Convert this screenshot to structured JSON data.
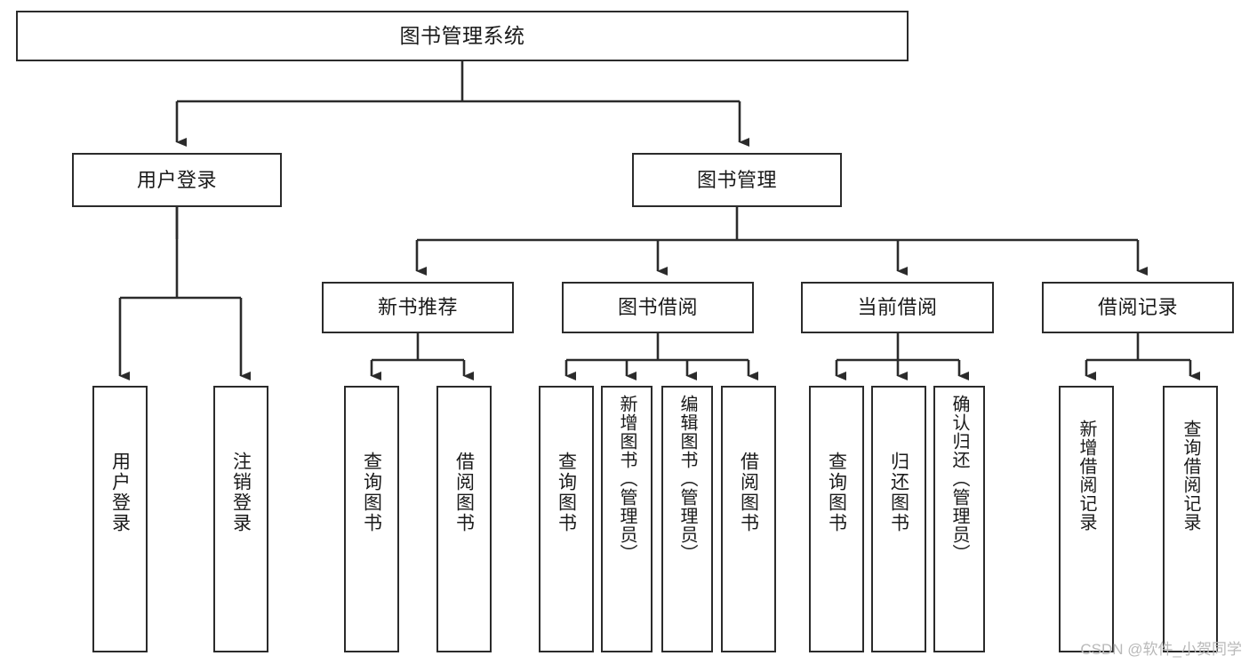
{
  "diagram": {
    "type": "tree-hierarchy-chart",
    "title": "图书管理系统",
    "line_color": "#2b2b2b",
    "box_fill": "#ffffff",
    "text_color": "#1a1a1a",
    "levels": 4,
    "nodes": {
      "root": {
        "label": "图书管理系统"
      },
      "level2": [
        {
          "id": "user-login",
          "label": "用户登录"
        },
        {
          "id": "book-manage",
          "label": "图书管理"
        }
      ],
      "level3": [
        {
          "id": "new-book-rec",
          "label": "新书推荐"
        },
        {
          "id": "book-borrow",
          "label": "图书借阅"
        },
        {
          "id": "current-borrow",
          "label": "当前借阅"
        },
        {
          "id": "borrow-record",
          "label": "借阅记录"
        }
      ],
      "leaves": {
        "user_login": [
          {
            "id": "leaf-user-login",
            "label": "用户登录"
          },
          {
            "id": "leaf-logout",
            "label": "注销登录"
          }
        ],
        "new_book_rec": [
          {
            "id": "leaf-query-book-1",
            "label": "查询图书"
          },
          {
            "id": "leaf-borrow-book-1",
            "label": "借阅图书"
          }
        ],
        "book_borrow": [
          {
            "id": "leaf-query-book-2",
            "label": "查询图书"
          },
          {
            "id": "leaf-add-book",
            "label": "新增图书（管理员）"
          },
          {
            "id": "leaf-edit-book",
            "label": "编辑图书（管理员）"
          },
          {
            "id": "leaf-borrow-book-2",
            "label": "借阅图书"
          }
        ],
        "current_borrow": [
          {
            "id": "leaf-query-book-3",
            "label": "查询图书"
          },
          {
            "id": "leaf-return-book",
            "label": "归还图书"
          },
          {
            "id": "leaf-confirm-return",
            "label": "确认归还（管理员）"
          }
        ],
        "borrow_record": [
          {
            "id": "leaf-add-record",
            "label": "新增借阅记录"
          },
          {
            "id": "leaf-query-record",
            "label": "查询借阅记录"
          }
        ]
      }
    }
  },
  "watermark": {
    "text": "CSDN @软件_小贺同学"
  }
}
